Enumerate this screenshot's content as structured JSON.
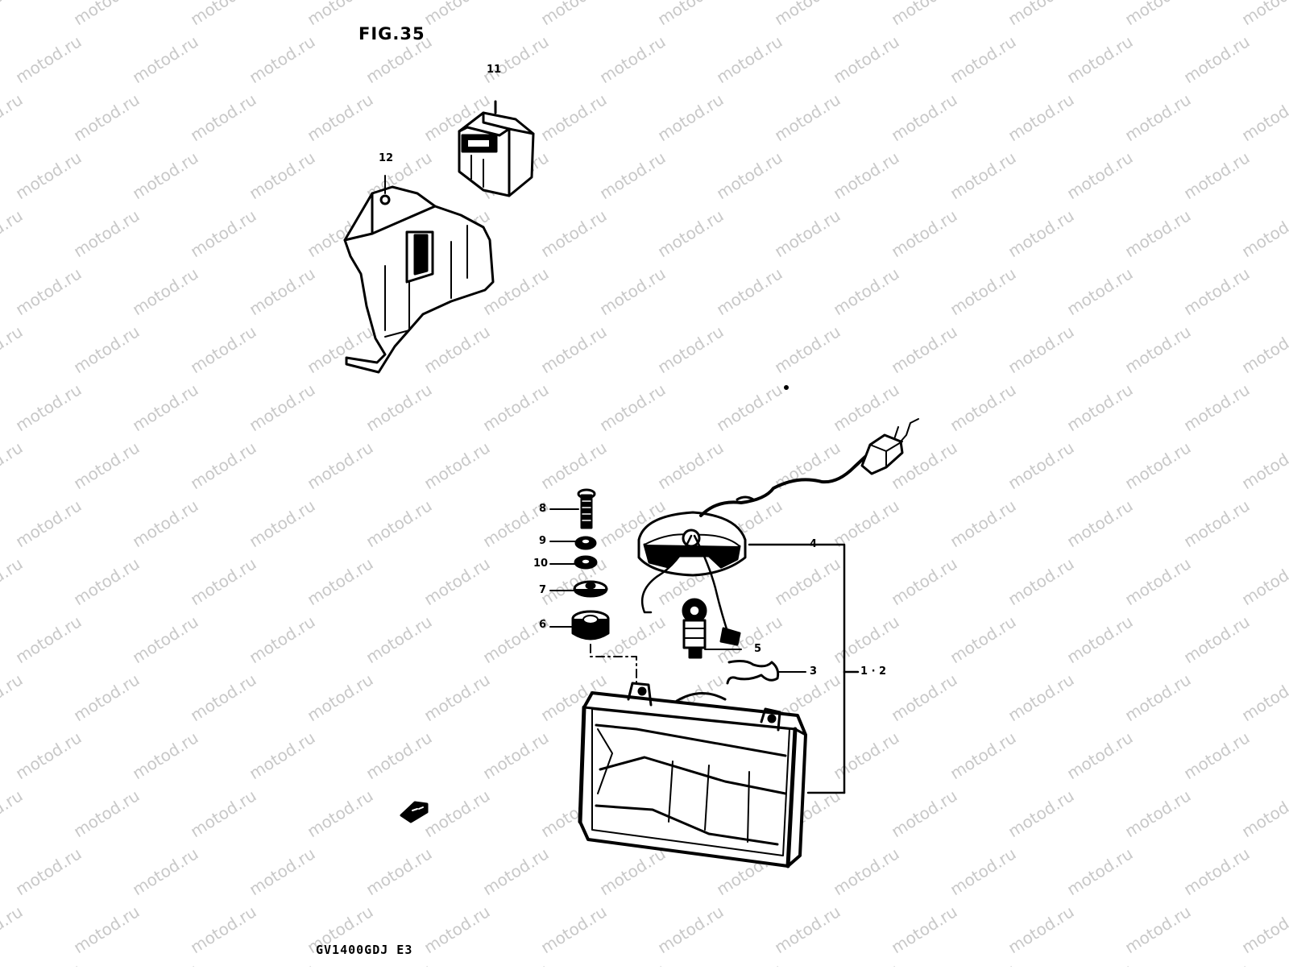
{
  "figure": {
    "title": "FIG.35",
    "model": "GV1400GDJ  E3"
  },
  "watermark": {
    "text": "motod.ru",
    "color": "#c8c8c8"
  },
  "callouts": {
    "relay": "11",
    "bracket": "12",
    "screw": "8",
    "nut": "9",
    "washer": "10",
    "collar": "7",
    "cushion": "6",
    "socket": "4",
    "bulb": "5",
    "spring": "3",
    "headlamp_assembly": "1 · 2"
  },
  "icons": {
    "arrow_marker": "direction-arrow-icon"
  },
  "colors": {
    "ink": "#000000",
    "paper": "#ffffff"
  }
}
